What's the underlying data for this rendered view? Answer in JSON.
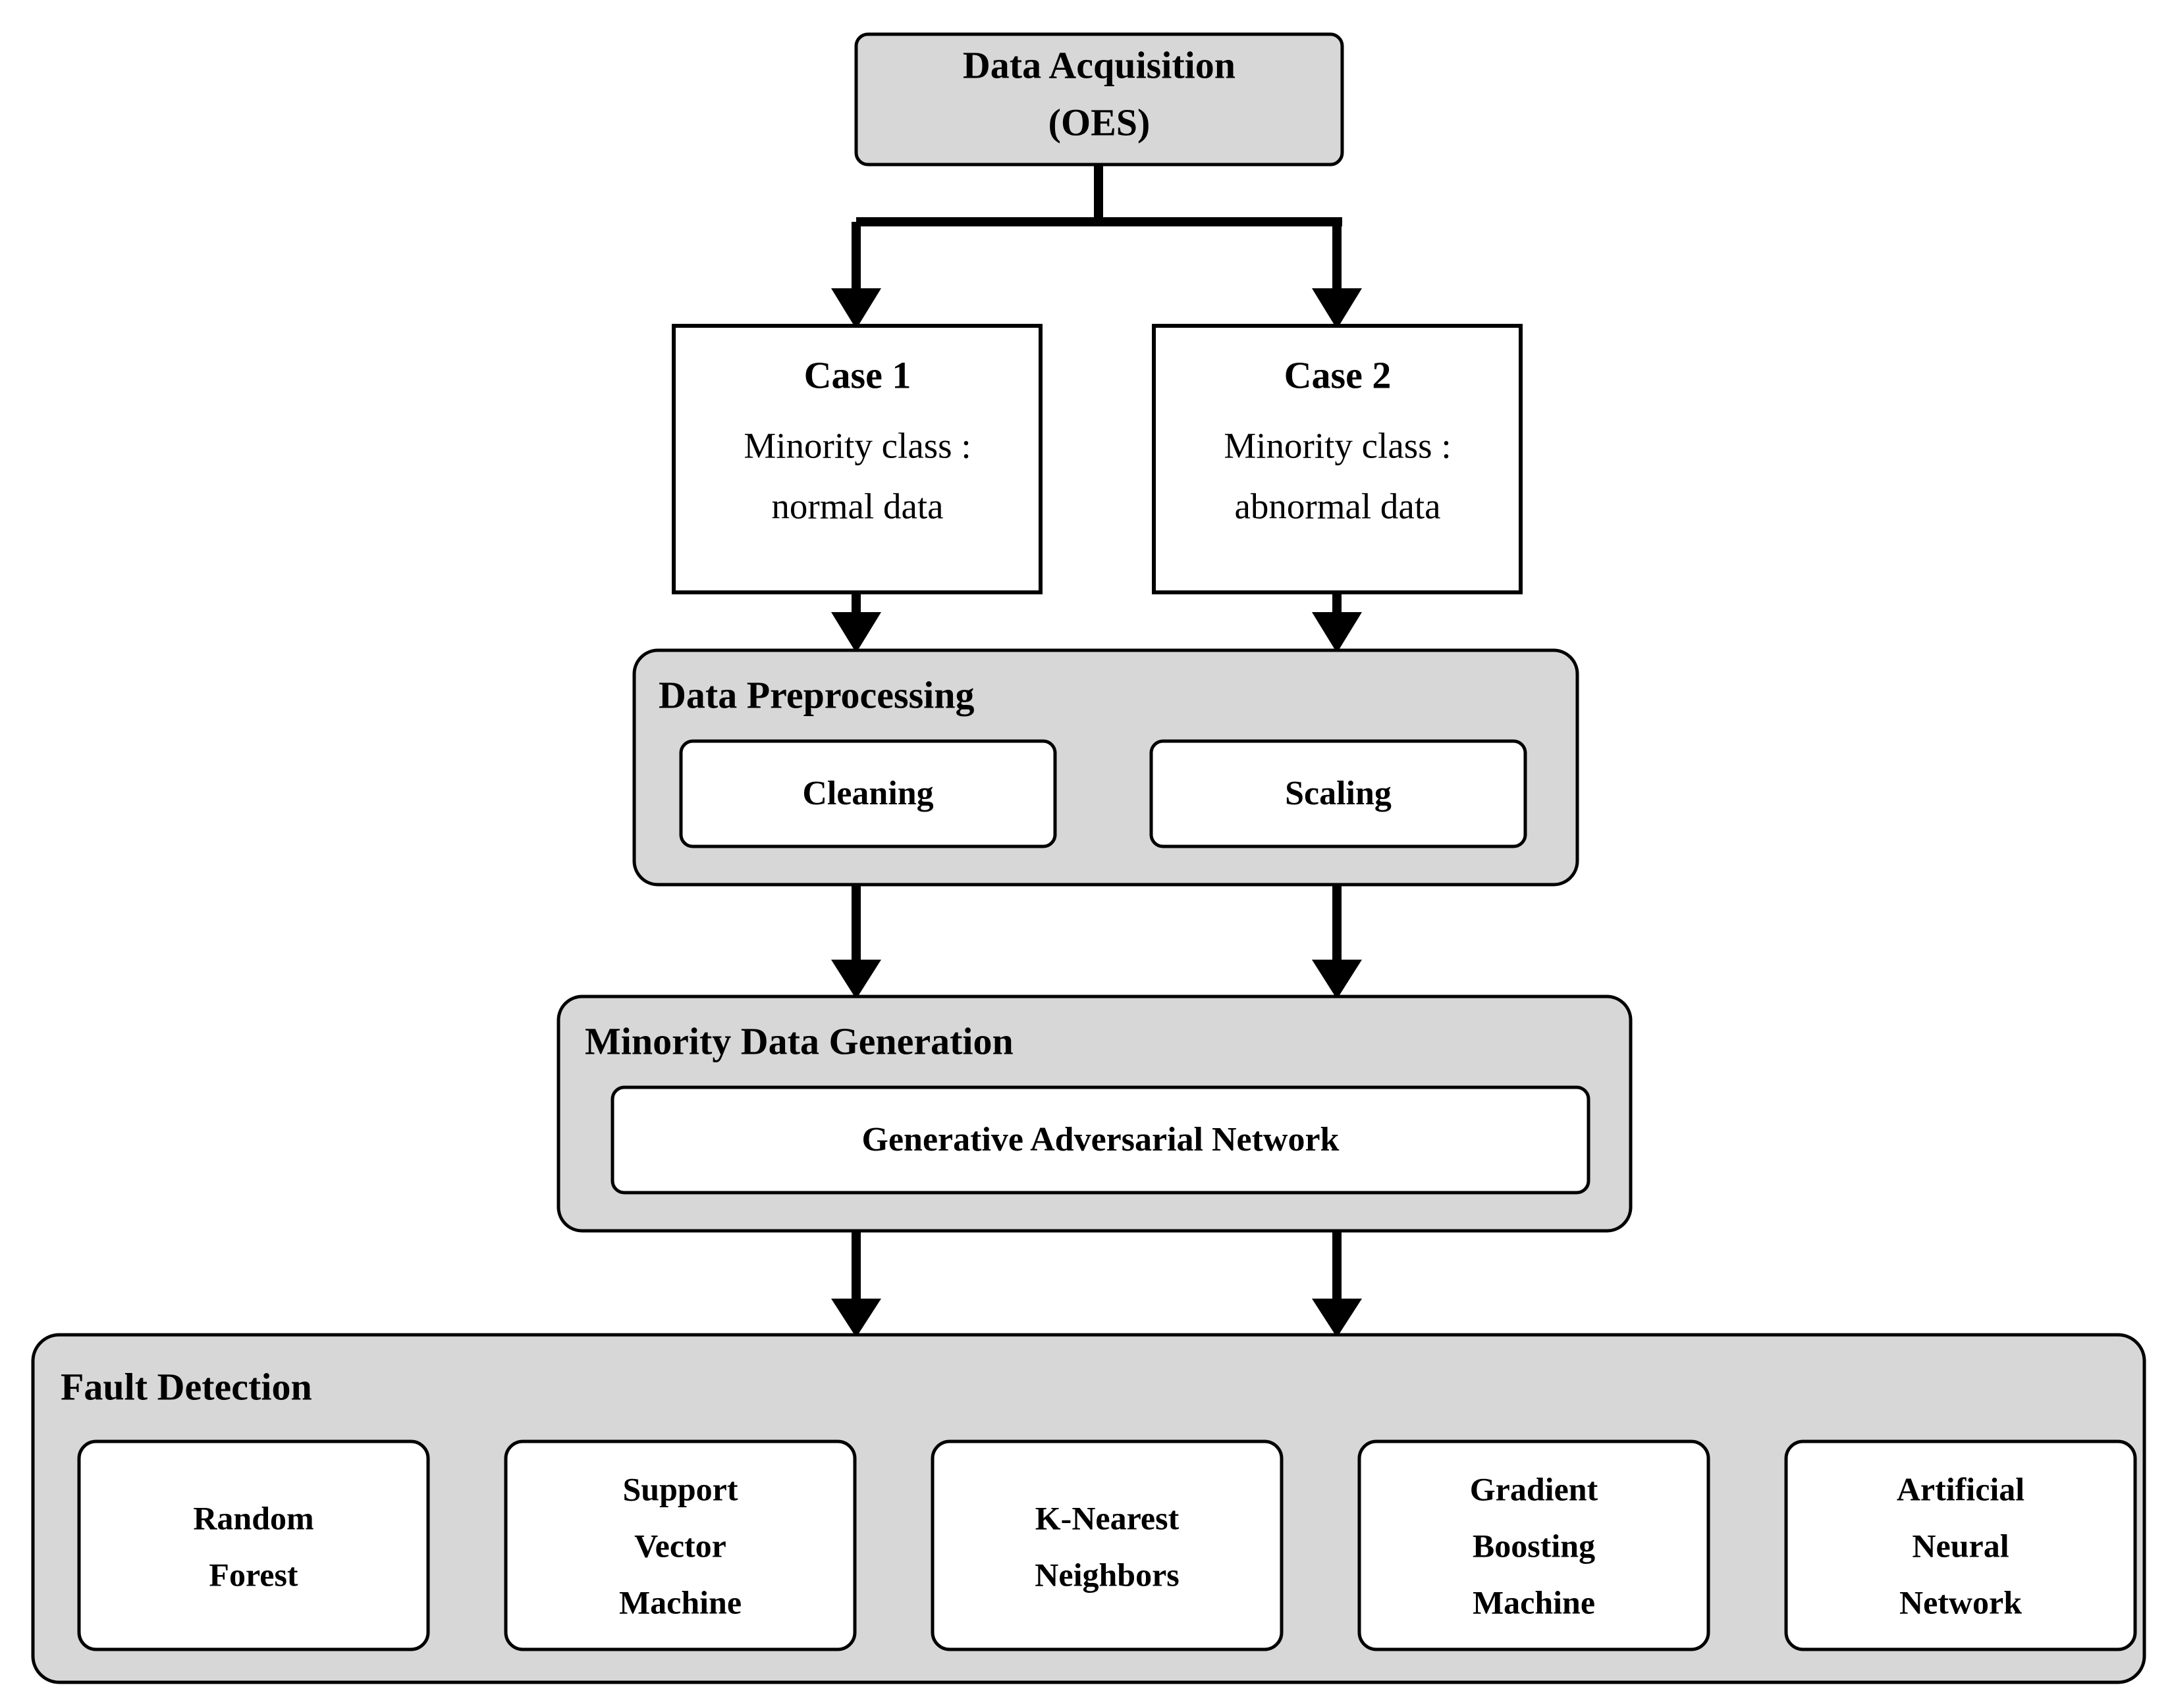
{
  "diagram": {
    "title": "Fault detection pipeline flowchart",
    "colors": {
      "container_fill": "#d7d7d7",
      "inner_fill": "#ffffff",
      "stroke": "#000000"
    },
    "acquisition": {
      "line1": "Data Acquisition",
      "line2": "(OES)"
    },
    "cases": [
      {
        "title": "Case 1",
        "line1": "Minority class :",
        "line2": "normal data"
      },
      {
        "title": "Case 2",
        "line1": "Minority class :",
        "line2": "abnormal data"
      }
    ],
    "preprocessing": {
      "label": "Data Preprocessing",
      "steps": [
        "Cleaning",
        "Scaling"
      ]
    },
    "generation": {
      "label": "Minority Data Generation",
      "steps": [
        "Generative Adversarial Network"
      ]
    },
    "detection": {
      "label": "Fault Detection",
      "models": [
        {
          "lines": [
            "Random",
            "Forest"
          ]
        },
        {
          "lines": [
            "Support",
            "Vector",
            "Machine"
          ]
        },
        {
          "lines": [
            "K-Nearest",
            "Neighbors"
          ]
        },
        {
          "lines": [
            "Gradient",
            "Boosting",
            "Machine"
          ]
        },
        {
          "lines": [
            "Artificial",
            "Neural",
            "Network"
          ]
        }
      ]
    }
  }
}
